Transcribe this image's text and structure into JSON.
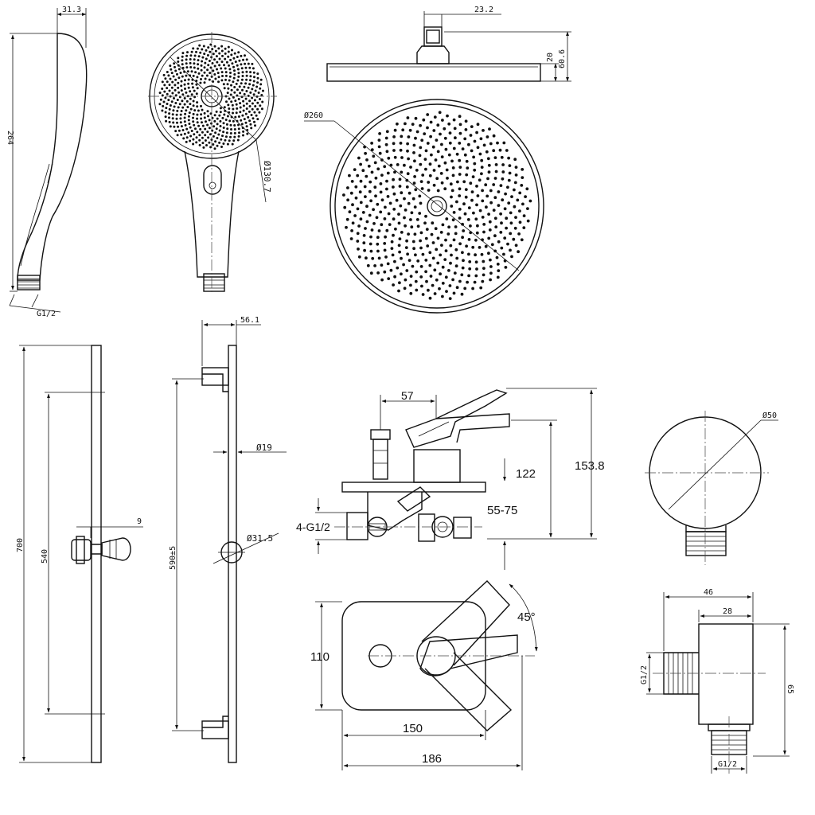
{
  "hand_shower": {
    "side": {
      "width": "31.3",
      "length": "264",
      "thread": "G1/2"
    },
    "front": {
      "head_diameter": "Ø130.7"
    }
  },
  "overhead_shower": {
    "side": {
      "arm_width": "23.2",
      "plate_thickness": "20",
      "total_height": "60.6"
    },
    "top": {
      "diameter": "Ø260"
    }
  },
  "slide_rail": {
    "front": {
      "total_length": "700",
      "bracket_spacing": "540",
      "holder_offset": "9"
    },
    "side": {
      "depth": "56.1",
      "rod_diameter": "Ø19",
      "knob_diameter": "Ø31.5",
      "mount_spacing": "590±5"
    }
  },
  "mixer": {
    "side": {
      "lever_offset": "57",
      "above_wall": "122",
      "overall_height": "153.8",
      "wall_depth": "55-75",
      "inlets": "4-G1/2"
    },
    "front": {
      "plate_height": "110",
      "plate_width": "150",
      "overall_width": "186",
      "rotation": "45°"
    }
  },
  "wall_outlet": {
    "front": {
      "diameter": "Ø50"
    },
    "side": {
      "overall_depth": "46",
      "body_depth": "28",
      "height": "65",
      "inlet_thread": "G1/2",
      "outlet_thread": "G1/2"
    }
  }
}
